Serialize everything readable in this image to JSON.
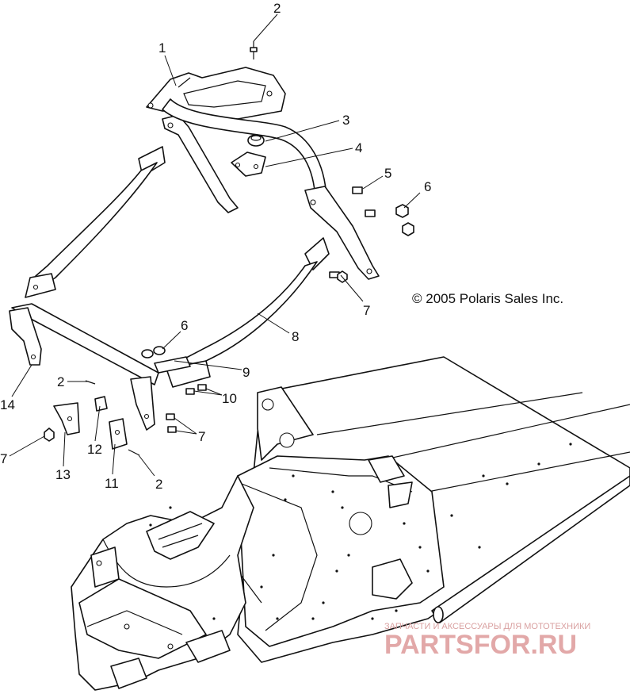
{
  "diagram": {
    "copyright": "© 2005 Polaris Sales Inc.",
    "callouts": [
      {
        "id": "c1",
        "text": "1"
      },
      {
        "id": "c2a",
        "text": "2"
      },
      {
        "id": "c3",
        "text": "3"
      },
      {
        "id": "c4",
        "text": "4"
      },
      {
        "id": "c5",
        "text": "5"
      },
      {
        "id": "c6a",
        "text": "6"
      },
      {
        "id": "c7a",
        "text": "7"
      },
      {
        "id": "c8",
        "text": "8"
      },
      {
        "id": "c6b",
        "text": "6"
      },
      {
        "id": "c9",
        "text": "9"
      },
      {
        "id": "c10",
        "text": "10"
      },
      {
        "id": "c14",
        "text": "14"
      },
      {
        "id": "c2b",
        "text": "2"
      },
      {
        "id": "c12",
        "text": "12"
      },
      {
        "id": "c7b",
        "text": "7"
      },
      {
        "id": "c7c",
        "text": "7"
      },
      {
        "id": "c13",
        "text": "13"
      },
      {
        "id": "c11",
        "text": "11"
      },
      {
        "id": "c2c",
        "text": "2"
      }
    ]
  },
  "watermark": {
    "tagline": "ЗАПЧАСТИ И АКСЕССУАРЫ ДЛЯ МОТОТЕХНИКИ",
    "brand": "PARTSFOR.RU"
  }
}
